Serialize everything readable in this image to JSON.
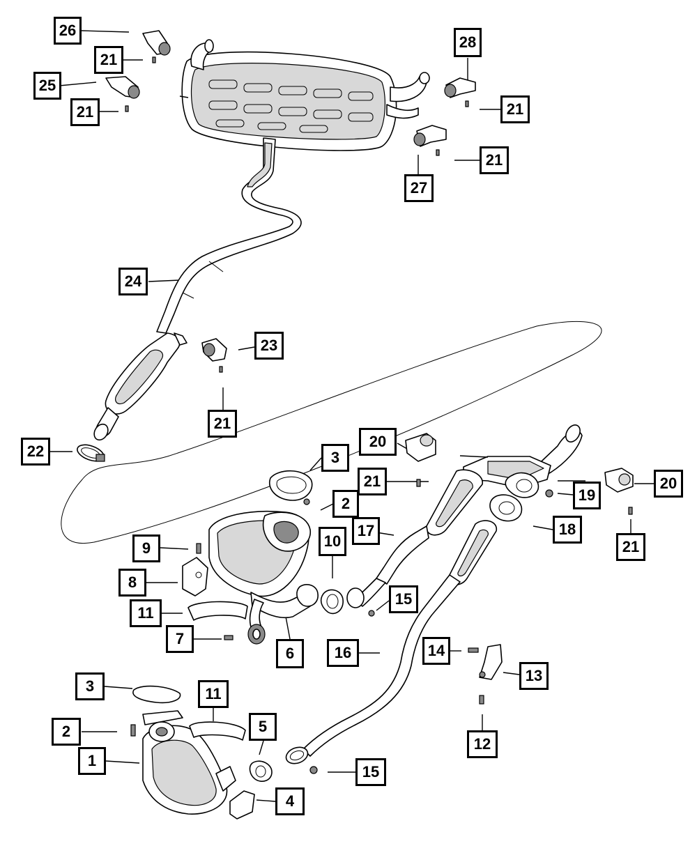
{
  "diagram": {
    "style": "exploded parts diagram, black line art on white",
    "colors": {
      "line": "#000000",
      "background": "#ffffff",
      "shade": "#d8d8d8"
    },
    "callouts": [
      {
        "id": "c26",
        "label": "26"
      },
      {
        "id": "c21a",
        "label": "21"
      },
      {
        "id": "c25",
        "label": "25"
      },
      {
        "id": "c21b",
        "label": "21"
      },
      {
        "id": "c28",
        "label": "28"
      },
      {
        "id": "c21c",
        "label": "21"
      },
      {
        "id": "c21d",
        "label": "21"
      },
      {
        "id": "c27",
        "label": "27"
      },
      {
        "id": "c24",
        "label": "24"
      },
      {
        "id": "c23",
        "label": "23"
      },
      {
        "id": "c21e",
        "label": "21"
      },
      {
        "id": "c22",
        "label": "22"
      },
      {
        "id": "c20a",
        "label": "20"
      },
      {
        "id": "c3a",
        "label": "3"
      },
      {
        "id": "c21f",
        "label": "21"
      },
      {
        "id": "c2a",
        "label": "2"
      },
      {
        "id": "c20b",
        "label": "20"
      },
      {
        "id": "c19",
        "label": "19"
      },
      {
        "id": "c17",
        "label": "17"
      },
      {
        "id": "c18",
        "label": "18"
      },
      {
        "id": "c21g",
        "label": "21"
      },
      {
        "id": "c9",
        "label": "9"
      },
      {
        "id": "c10",
        "label": "10"
      },
      {
        "id": "c8",
        "label": "8"
      },
      {
        "id": "c15a",
        "label": "15"
      },
      {
        "id": "c11a",
        "label": "11"
      },
      {
        "id": "c7",
        "label": "7"
      },
      {
        "id": "c6",
        "label": "6"
      },
      {
        "id": "c16",
        "label": "16"
      },
      {
        "id": "c14",
        "label": "14"
      },
      {
        "id": "c13",
        "label": "13"
      },
      {
        "id": "c3b",
        "label": "3"
      },
      {
        "id": "c11b",
        "label": "11"
      },
      {
        "id": "c5",
        "label": "5"
      },
      {
        "id": "c2b",
        "label": "2"
      },
      {
        "id": "c12",
        "label": "12"
      },
      {
        "id": "c1",
        "label": "1"
      },
      {
        "id": "c15b",
        "label": "15"
      },
      {
        "id": "c4",
        "label": "4"
      }
    ]
  }
}
